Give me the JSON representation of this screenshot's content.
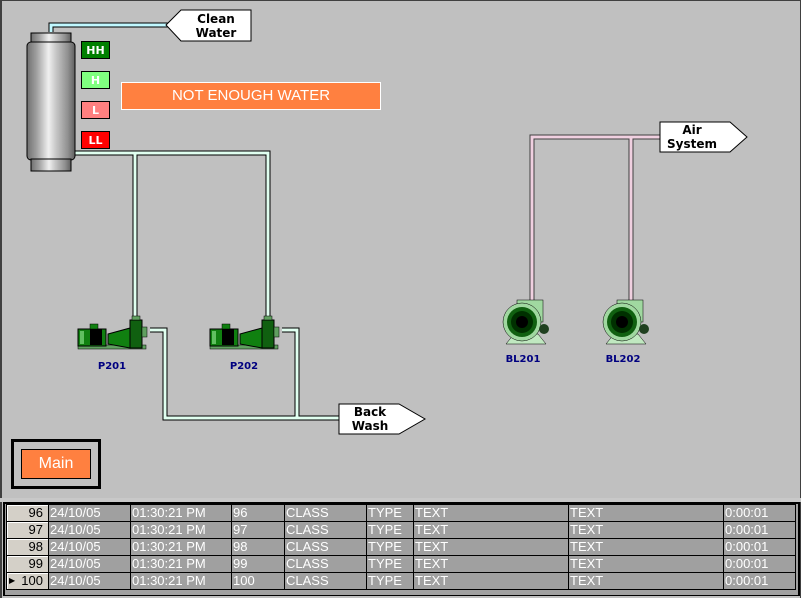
{
  "tank": {
    "levels": [
      {
        "label": "HH",
        "color": "#008000"
      },
      {
        "label": "H",
        "color": "#80ff80"
      },
      {
        "label": "L",
        "color": "#ff8080"
      },
      {
        "label": "LL",
        "color": "#ff0000"
      }
    ]
  },
  "alarm_banner": "NOT ENOUGH WATER",
  "tags": {
    "clean_water": [
      "Clean",
      "Water"
    ],
    "back_wash": [
      "Back",
      "Wash"
    ],
    "air_system": [
      "Air",
      "System"
    ]
  },
  "equipment": {
    "pumps": [
      {
        "label": "P201"
      },
      {
        "label": "P202"
      }
    ],
    "blowers": [
      {
        "label": "BL201"
      },
      {
        "label": "BL202"
      }
    ]
  },
  "main_button": "Main",
  "colors": {
    "background": "#c0c0c0",
    "water_pipe": "#e0fff0",
    "air_pipe": "#e0c0d0",
    "accent": "#ff8040",
    "label_blue": "#000080"
  },
  "event_log": {
    "selected_row": 4,
    "rows": [
      {
        "index": "96",
        "date": "24/10/05",
        "time": "01:30:21 PM",
        "id": "96",
        "class": "CLASS",
        "type": "TYPE",
        "text1": "TEXT",
        "text2": "TEXT",
        "duration": "0:00:01"
      },
      {
        "index": "97",
        "date": "24/10/05",
        "time": "01:30:21 PM",
        "id": "97",
        "class": "CLASS",
        "type": "TYPE",
        "text1": "TEXT",
        "text2": "TEXT",
        "duration": "0:00:01"
      },
      {
        "index": "98",
        "date": "24/10/05",
        "time": "01:30:21 PM",
        "id": "98",
        "class": "CLASS",
        "type": "TYPE",
        "text1": "TEXT",
        "text2": "TEXT",
        "duration": "0:00:01"
      },
      {
        "index": "99",
        "date": "24/10/05",
        "time": "01:30:21 PM",
        "id": "99",
        "class": "CLASS",
        "type": "TYPE",
        "text1": "TEXT",
        "text2": "TEXT",
        "duration": "0:00:01"
      },
      {
        "index": "100",
        "date": "24/10/05",
        "time": "01:30:21 PM",
        "id": "100",
        "class": "CLASS",
        "type": "TYPE",
        "text1": "TEXT",
        "text2": "TEXT",
        "duration": "0:00:01"
      }
    ]
  }
}
